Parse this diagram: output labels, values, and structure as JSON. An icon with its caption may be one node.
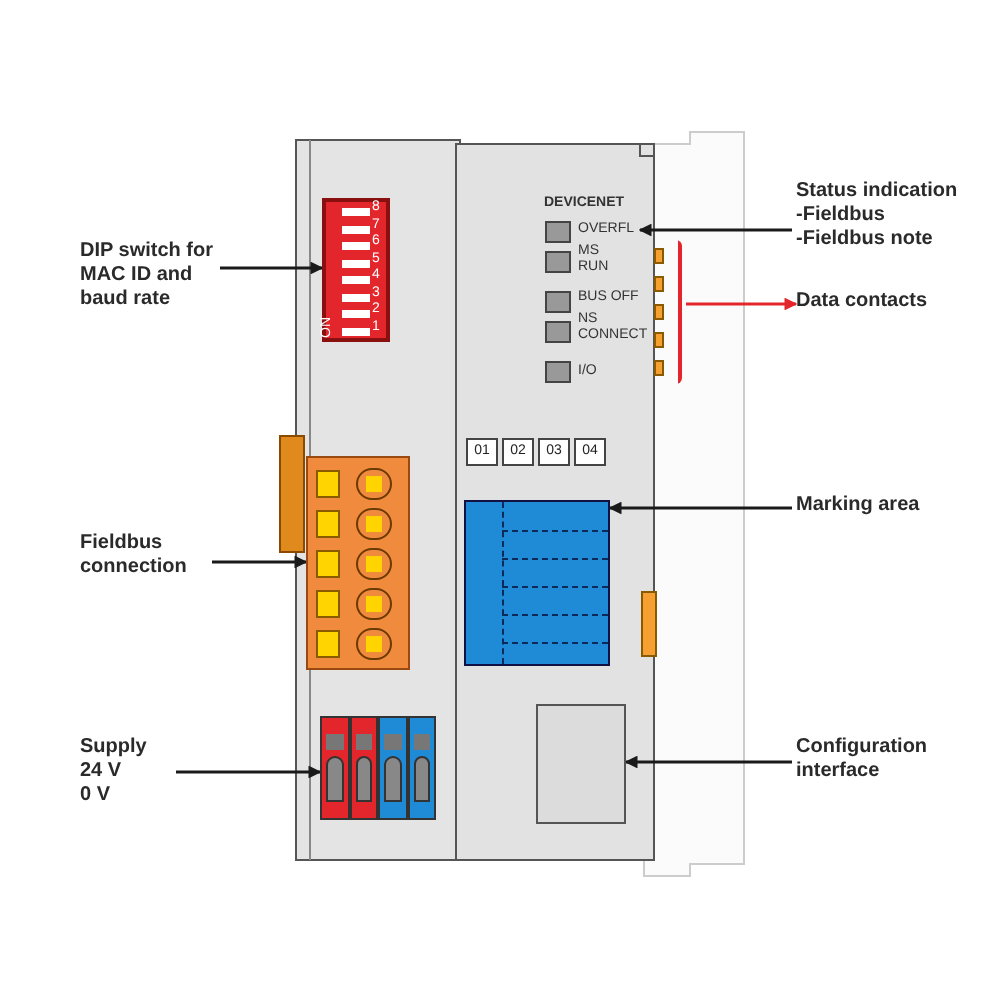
{
  "diagram": {
    "nodes": [
      {
        "text": [
          "DIP switch for MAC ID and baud rate"
        ]
      },
      {
        "text": [],
        "shape": "box"
      },
      {
        "text": [
          "Fieldbus connection"
        ]
      },
      {
        "text": [],
        "shape": "box"
      },
      {
        "text": [
          "Supply",
          "24 V",
          "0 V"
        ]
      },
      {
        "text": [],
        "shape": "box"
      },
      {
        "text": [
          "Status indication",
          "-Fieldbus",
          "-Fieldbus note"
        ]
      },
      {
        "text": [
          "OVERFL"
        ]
      },
      {
        "text": [],
        "shape": "bar"
      },
      {
        "text": [
          "Data contacts"
        ]
      },
      {
        "text": [
          "Marking area"
        ]
      },
      {
        "text": [],
        "shape": "box"
      },
      {
        "text": [
          "Configuration interface"
        ]
      },
      {
        "text": [],
        "shape": "box"
      }
    ],
    "edges": [
      {
        "from": 0,
        "to": 1,
        "arrow": "to"
      },
      {
        "from": 2,
        "to": 3,
        "arrow": "to"
      },
      {
        "from": 4,
        "to": 5,
        "arrow": "to"
      },
      {
        "from": 6,
        "to": 7,
        "arrow": "to"
      },
      {
        "from": 8,
        "to": 9,
        "arrow": "to",
        "color": "#e3262b"
      },
      {
        "from": 10,
        "to": 11,
        "arrow": "to"
      },
      {
        "from": 12,
        "to": 13,
        "arrow": "to"
      }
    ],
    "labels": [
      "1",
      "2",
      "3",
      "4",
      "5",
      "6",
      "7",
      "8",
      "ON",
      "DEVICENET",
      "MS RUN",
      "BUS OFF",
      "NS CONNECT",
      "I/O",
      "01",
      "02",
      "03",
      "04"
    ]
  }
}
